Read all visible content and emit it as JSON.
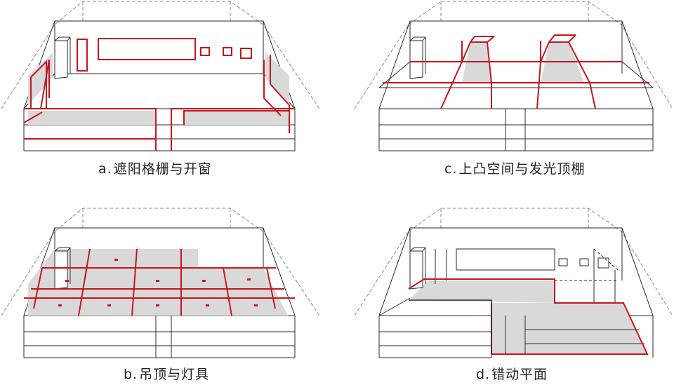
{
  "colors": {
    "outline": "#2a2a2a",
    "dashed": "#8a8a8a",
    "highlight": "#c8161d",
    "fill": "#d9d9d9"
  },
  "panels": [
    {
      "id": "a",
      "letter": "a.",
      "label": "遮阳格栅与开窗"
    },
    {
      "id": "b",
      "letter": "b.",
      "label": "吊顶与灯具"
    },
    {
      "id": "c",
      "letter": "c.",
      "label": "上凸空间与发光顶棚"
    },
    {
      "id": "d",
      "letter": "d.",
      "label": "错动平面"
    }
  ],
  "captions": {
    "a_letter": "a.",
    "a_text": "遮阳格栅与开窗",
    "b_letter": "b.",
    "b_text": "吊顶与灯具",
    "c_letter": "c.",
    "c_text": "上凸空间与发光顶棚",
    "d_letter": "d.",
    "d_text": "错动平面"
  }
}
